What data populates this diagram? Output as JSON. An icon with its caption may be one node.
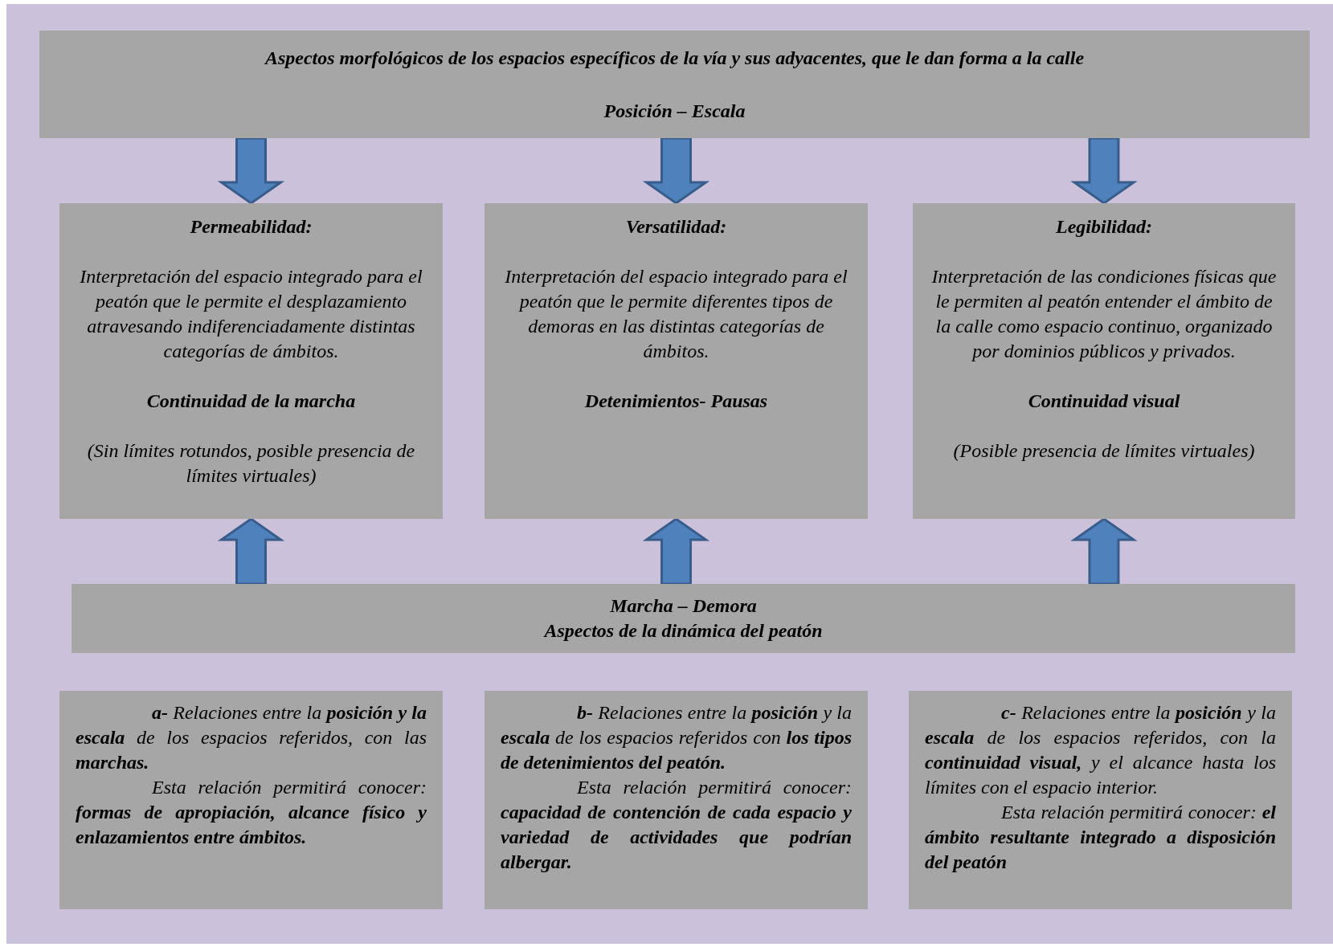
{
  "diagram": {
    "nodes": [
      {
        "text": [
          "Aspectos morfológicos de los espacios específicos de la vía y sus adyacentes, que le dan forma a la calle",
          "Posición – Escala"
        ]
      },
      {
        "text": [
          "Permeabilidad:",
          "Interpretación del espacio integrado para el peatón que le permite el desplazamiento atravesando indiferenciadamente distintas categorías de ámbitos.",
          "Continuidad de la marcha",
          "(Sin límites rotundos, posible presencia de límites virtuales)"
        ]
      },
      {
        "text": [
          "Versatilidad:",
          "Interpretación del espacio integrado para el peatón que le permite diferentes tipos de demoras en las distintas categorías de ámbitos.",
          "Detenimientos- Pausas"
        ]
      },
      {
        "text": [
          "Legibilidad:",
          "Interpretación de las condiciones físicas que le permiten al peatón entender el ámbito de la calle como espacio continuo, organizado por dominios públicos y privados.",
          "Continuidad visual",
          "(Posible presencia de límites virtuales)"
        ]
      },
      {
        "text": [
          "Marcha – Demora",
          "Aspectos de la dinámica del peatón"
        ]
      },
      {
        "text": [
          "**a-** Relaciones entre la **posición y la escala** de los espacios referidos, con las **marchas.**",
          "Esta relación permitirá conocer: **formas de apropiación, alcance físico y enlazamientos entre ámbitos.**"
        ]
      },
      {
        "text": [
          "**b-** Relaciones entre la **posición** y la **escala** de los espacios referidos con **los tipos de detenimientos del peatón.**",
          "Esta relación permitirá conocer: **capacidad de contención de cada espacio y variedad de actividades que podrían albergar.**"
        ]
      },
      {
        "text": [
          "**c-** Relaciones entre la **posición** y la **escala** de los espacios referidos, con la **continuidad visual,** y el alcance hasta los límites con el espacio interior.",
          "Esta relación permitirá conocer: **el ámbito resultante integrado a disposición del peatón**"
        ]
      }
    ],
    "edges": [
      {
        "from": 0,
        "to": 1,
        "arrow": "to"
      },
      {
        "from": 0,
        "to": 2,
        "arrow": "to"
      },
      {
        "from": 0,
        "to": 3,
        "arrow": "to"
      },
      {
        "from": 4,
        "to": 1,
        "arrow": "to"
      },
      {
        "from": 4,
        "to": 2,
        "arrow": "to"
      },
      {
        "from": 4,
        "to": 3,
        "arrow": "to"
      }
    ]
  }
}
